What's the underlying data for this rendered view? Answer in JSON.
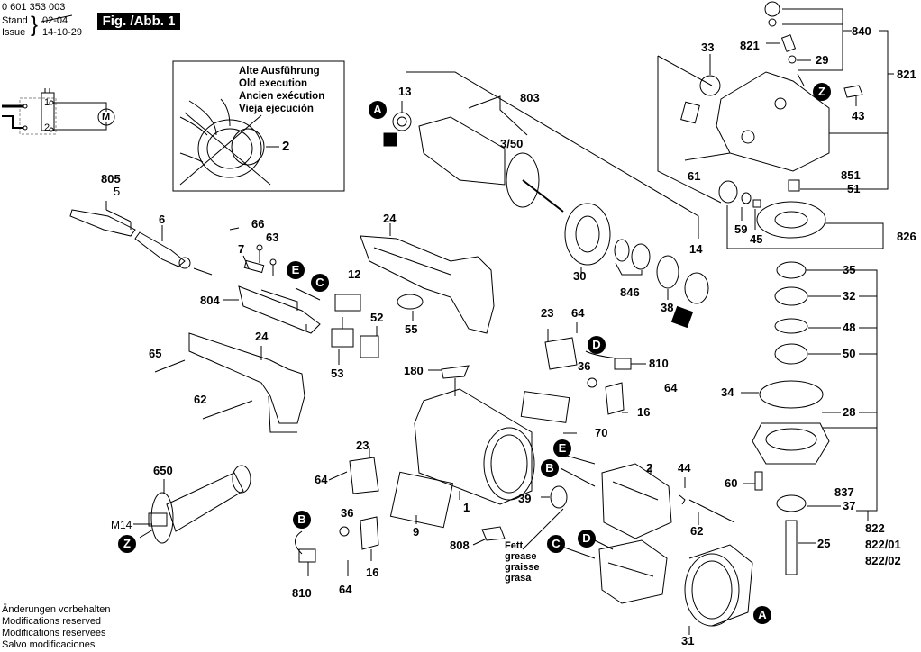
{
  "header": {
    "part_number": "0 601 353 003",
    "stand_label": "Stand",
    "issue_label": "Issue",
    "stand_date_struck": "02-04",
    "issue_date": "14-10-29",
    "figure_label": "Fig. /Abb. 1"
  },
  "inset": {
    "lines": [
      "Alte Ausführung",
      "Old execution",
      "Ancien exécution",
      "Vieja ejecución"
    ],
    "part_label": "2"
  },
  "wiring": {
    "terminal_1": "1",
    "terminal_2": "2",
    "motor_symbol": "M"
  },
  "part_labels": {
    "p805": "805",
    "p5": "5",
    "p6": "6",
    "p66": "66",
    "p63": "63",
    "p7": "7",
    "p24a": "24",
    "p24b": "24",
    "p12": "12",
    "p804": "804",
    "p52": "52",
    "p55": "55",
    "p53": "53",
    "p65": "65",
    "p62a": "62",
    "p13": "13",
    "p803": "803",
    "p350": "3/50",
    "p30": "30",
    "p846": "846",
    "p38": "38",
    "p14": "14",
    "p33": "33",
    "p821a": "821",
    "p840": "840",
    "p29": "29",
    "p821b": "821",
    "p43": "43",
    "p61": "61",
    "p851": "851",
    "p51": "51",
    "p59": "59",
    "p45": "45",
    "p826": "826",
    "p35": "35",
    "p32": "32",
    "p48": "48",
    "p50": "50",
    "p34": "34",
    "p28": "28",
    "p60": "60",
    "p837": "837",
    "p37": "37",
    "p822": "822",
    "p822_01": "822/01",
    "p822_02": "822/02",
    "p25": "25",
    "p23a": "23",
    "p64a": "64",
    "p810a": "810",
    "p36a": "36",
    "p64b": "64",
    "p16a": "16",
    "p180": "180",
    "p70": "70",
    "p23b": "23",
    "p64c": "64",
    "p36b": "36",
    "p16b": "16",
    "p64d": "64",
    "p810b": "810",
    "p9": "9",
    "p1": "1",
    "p808": "808",
    "p39": "39",
    "p2": "2",
    "p44": "44",
    "p62b": "62",
    "p31": "31",
    "p650": "650",
    "m14": "M14"
  },
  "badges": {
    "A_top": "A",
    "A_bottom": "A",
    "Z_top": "Z",
    "Z_left": "Z",
    "E_switch": "E",
    "C_switch": "C",
    "D_brush": "D",
    "E_field": "E",
    "B_field": "B",
    "C_field": "C",
    "D_field": "D",
    "B_left": "B"
  },
  "grease_note": [
    "Fett",
    "grease",
    "graisse",
    "grasa"
  ],
  "footer": {
    "lines": [
      "Änderungen vorbehalten",
      "Modifications reserved",
      "Modifications reservees",
      "Salvo modificaciones"
    ]
  }
}
